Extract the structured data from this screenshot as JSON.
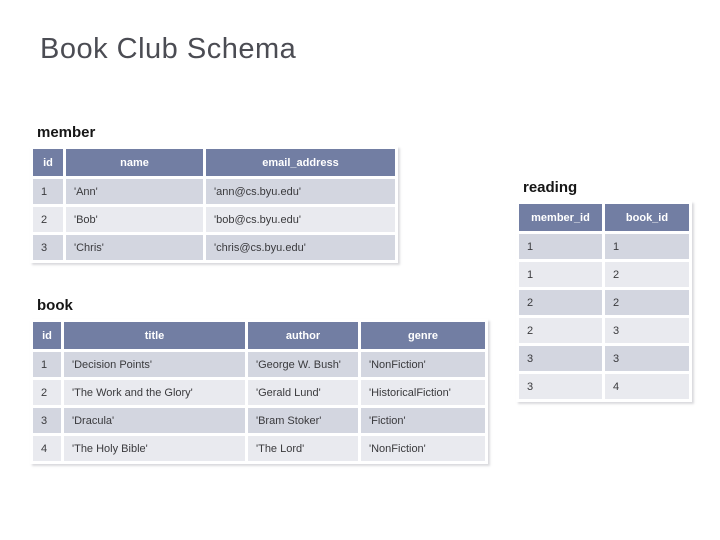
{
  "slide": {
    "title": "Book Club Schema"
  },
  "colors": {
    "header_bg": "#727EA3",
    "row_odd_bg": "#D3D6E0",
    "row_even_bg": "#E9EAEF",
    "header_text": "#FFFFFF",
    "cell_text": "#3A3A3D",
    "title_text": "#4B4C53",
    "label_text": "#161616",
    "slide_bg": "#FFFFFF"
  },
  "tables": {
    "member": {
      "label": "member",
      "columns": [
        "id",
        "name",
        "email_address"
      ],
      "rows": [
        [
          "1",
          "'Ann'",
          "'ann@cs.byu.edu'"
        ],
        [
          "2",
          "'Bob'",
          "'bob@cs.byu.edu'"
        ],
        [
          "3",
          "'Chris'",
          "'chris@cs.byu.edu'"
        ]
      ]
    },
    "book": {
      "label": "book",
      "columns": [
        "id",
        "title",
        "author",
        "genre"
      ],
      "rows": [
        [
          "1",
          "'Decision Points'",
          "'George W. Bush'",
          "'NonFiction'"
        ],
        [
          "2",
          "'The Work and the Glory'",
          "'Gerald Lund'",
          "'HistoricalFiction'"
        ],
        [
          "3",
          "'Dracula'",
          "'Bram Stoker'",
          "'Fiction'"
        ],
        [
          "4",
          "'The Holy Bible'",
          "'The Lord'",
          "'NonFiction'"
        ]
      ]
    },
    "reading": {
      "label": "reading",
      "columns": [
        "member_id",
        "book_id"
      ],
      "rows": [
        [
          "1",
          "1"
        ],
        [
          "1",
          "2"
        ],
        [
          "2",
          "2"
        ],
        [
          "2",
          "3"
        ],
        [
          "3",
          "3"
        ],
        [
          "3",
          "4"
        ]
      ]
    }
  }
}
